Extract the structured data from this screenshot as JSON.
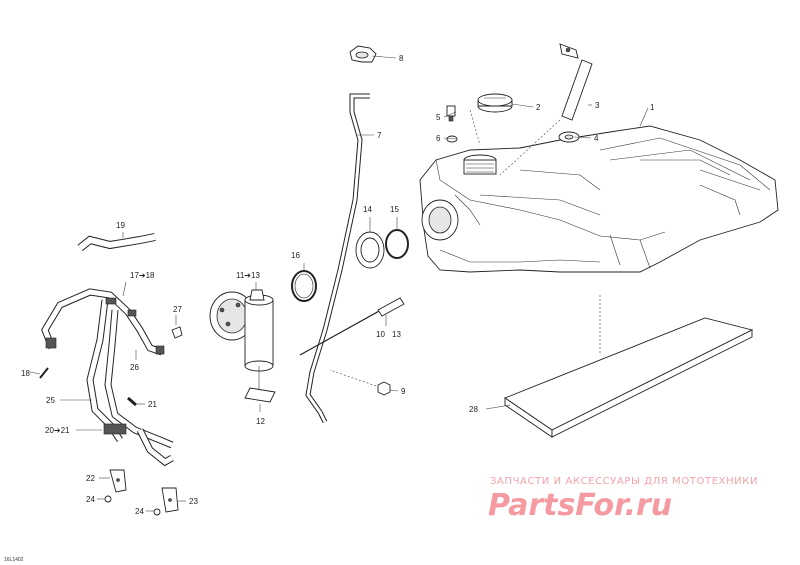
{
  "diagram_code": "16L1402",
  "watermark": {
    "text": "ЗАПЧАСТИ И АКСЕССУАРЫ ДЛЯ МОТОТЕХНИКИ",
    "logo": "PartsFor.ru"
  },
  "callouts": {
    "c1": "1",
    "c2": "2",
    "c3": "3",
    "c4": "4",
    "c5": "5",
    "c6": "6",
    "c7": "7",
    "c8": "8",
    "c9": "9",
    "c10_13": "10",
    "c13": "13",
    "c11_13": "11➔13",
    "c12": "12",
    "c14": "14",
    "c15": "15",
    "c16": "16",
    "c17_18": "17➔18",
    "c18": "18",
    "c19": "19",
    "c20_21": "20➔21",
    "c21": "21",
    "c22": "22",
    "c23": "23",
    "c24a": "24",
    "c24b": "24",
    "c25": "25",
    "c26": "26",
    "c27": "27",
    "c28": "28"
  }
}
